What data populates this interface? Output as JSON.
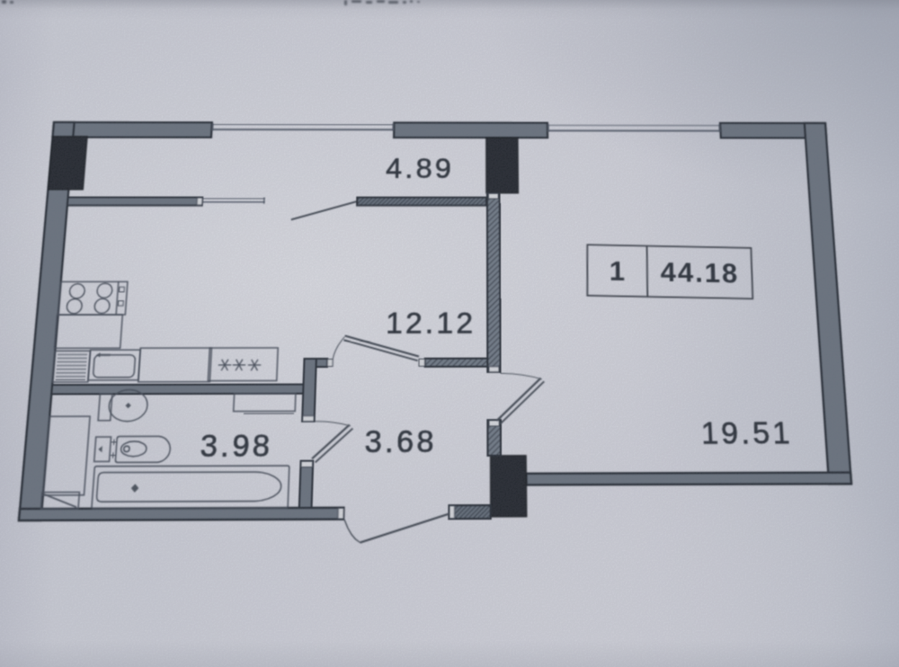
{
  "document": {
    "type": "scanned apartment floor plan photo",
    "orientation": "slightly rotated / keystoned paper"
  },
  "plan": {
    "info_box": {
      "unit_number": "1",
      "total_area": "44.18"
    },
    "rooms": [
      {
        "id": "balcony",
        "area_label": "4.89"
      },
      {
        "id": "kitchen-living",
        "area_label": "12.12"
      },
      {
        "id": "bathroom",
        "area_label": "3.98"
      },
      {
        "id": "hallway",
        "area_label": "3.68"
      },
      {
        "id": "living-room",
        "area_label": "19.51"
      }
    ],
    "fixtures": [
      "stove-4-burners",
      "kitchen-cabinet",
      "drainboard",
      "kitchen-sink",
      "counter",
      "appliance-with-asterisks",
      "washbasin",
      "toilet",
      "bathtub",
      "tall-cabinet",
      "low-cabinet",
      "bath-shelf"
    ],
    "colors": {
      "paper": "#cdcfd7",
      "wall_fill": "#68717d",
      "pier_fill": "#1f232a",
      "line": "#414854",
      "text": "#272d36"
    }
  }
}
